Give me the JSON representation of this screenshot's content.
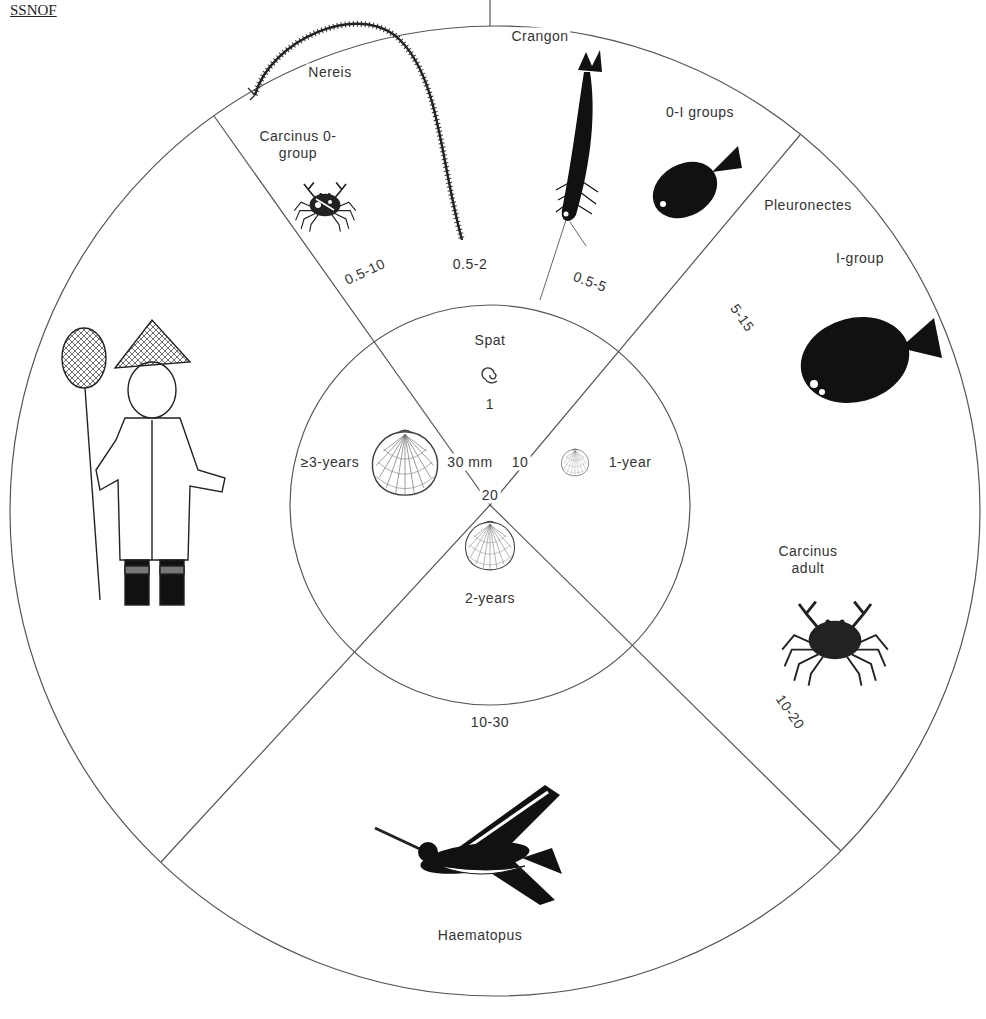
{
  "diagram": {
    "title": "SSNOF",
    "labels": [
      "Carcinus 0-group",
      "Nereis",
      "Crangon",
      "0-I groups",
      "Pleuronectes",
      "I-group",
      "0.5-10",
      "0.5-2",
      "0.5-5",
      "5-15",
      "Spat",
      "1",
      "≥3-years",
      "30 mm",
      "10",
      "1-year",
      "20",
      "2-years",
      "Carcinus adult",
      "10-20",
      "10-30",
      "Haematopus"
    ]
  }
}
